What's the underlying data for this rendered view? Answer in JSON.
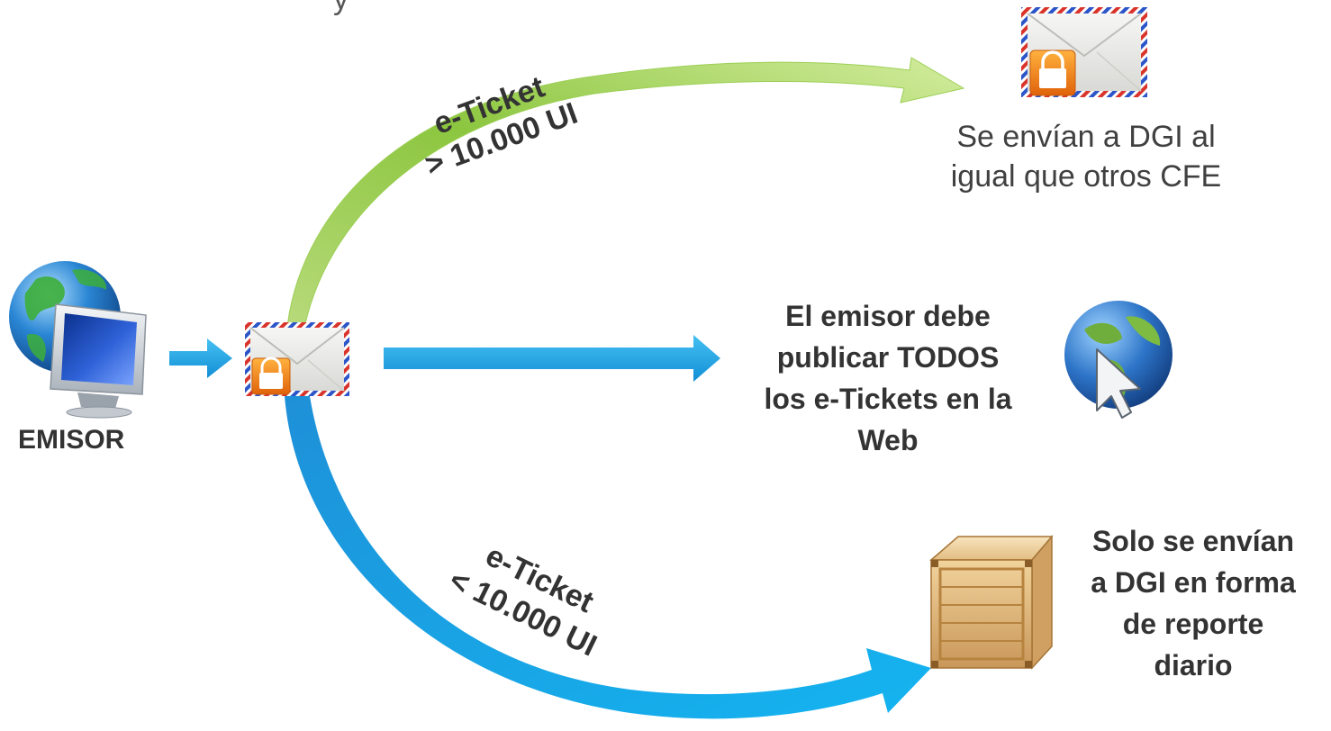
{
  "top_fragment": "y",
  "emisor": {
    "label": "EMISOR"
  },
  "upper_branch": {
    "line1": "e-Ticket",
    "line2": "> 10.000 UI",
    "destination_text": [
      "Se envían a DGI al",
      "igual que otros CFE"
    ]
  },
  "middle_branch": {
    "destination_text": [
      "El emisor debe",
      "publicar TODOS",
      "los e-Tickets en la",
      "Web"
    ]
  },
  "lower_branch": {
    "line1": "e-Ticket",
    "line2": "< 10.000 UI",
    "destination_text": [
      "Solo se envían",
      "a DGI en forma",
      "de reporte",
      "diario"
    ]
  },
  "icons": {
    "emitter": "computer-globe-icon",
    "envelope": "locked-envelope-icon",
    "web": "globe-cursor-icon",
    "box": "wooden-crate-icon"
  },
  "colors": {
    "green_arrow": "#8CC63F",
    "blue_arrow": "#1BA3E6",
    "text": "#333333",
    "lock_orange": "#F08A1C"
  }
}
